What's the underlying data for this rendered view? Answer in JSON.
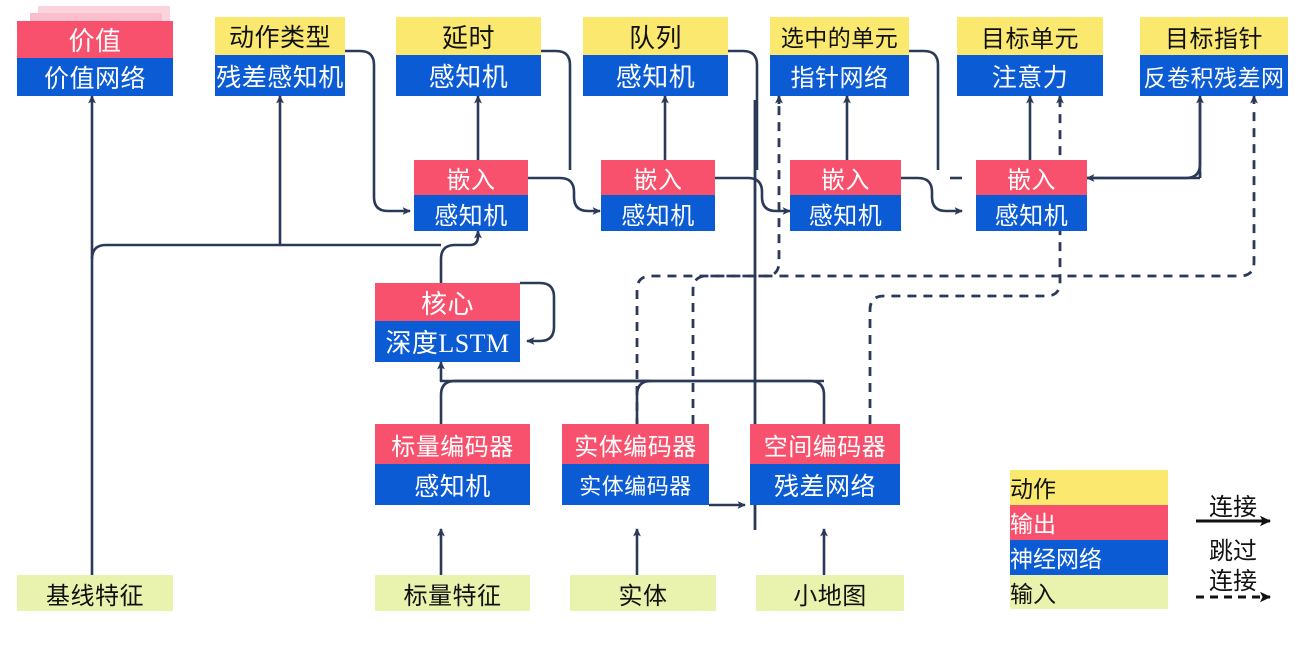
{
  "diagram": {
    "title_hidden": "",
    "palette": {
      "action": "#fbe96f",
      "output": "#f8516d",
      "neural_net": "#0a5bd4",
      "input": "#e9f3ad",
      "wire": "#2b3a59",
      "ghost_output": "#fbd3dd",
      "ghost_nn": "#b9c6ef"
    },
    "nodes": [
      {
        "id": "value",
        "action": "价值",
        "net": "价值网络",
        "stacked": true
      },
      {
        "id": "action_type",
        "action": "动作类型",
        "net": "残差感知机",
        "stacked": false
      },
      {
        "id": "delay",
        "action": "延时",
        "net": "感知机",
        "stacked": false
      },
      {
        "id": "queued",
        "action": "队列",
        "net": "感知机",
        "stacked": false
      },
      {
        "id": "selected_units",
        "action": "选中的单元",
        "net": "指针网络",
        "stacked": false
      },
      {
        "id": "target_unit",
        "action": "目标单元",
        "net": "注意力",
        "stacked": false
      },
      {
        "id": "target_point",
        "action": "目标指针",
        "net": "反卷积残差网",
        "stacked": false
      },
      {
        "id": "embed_1",
        "action": "嵌入",
        "net": "感知机",
        "stacked": false
      },
      {
        "id": "embed_2",
        "action": "嵌入",
        "net": "感知机",
        "stacked": false
      },
      {
        "id": "embed_3",
        "action": "嵌入",
        "net": "感知机",
        "stacked": false
      },
      {
        "id": "embed_4",
        "action": "嵌入",
        "net": "感知机",
        "stacked": false
      },
      {
        "id": "core",
        "action": "核心",
        "net": "深度LSTM",
        "stacked": false
      },
      {
        "id": "scalar_enc",
        "action": "标量编码器",
        "net": "感知机",
        "stacked": false
      },
      {
        "id": "entity_enc",
        "action": "实体编码器",
        "net": "实体编码器",
        "stacked": false
      },
      {
        "id": "spatial_enc",
        "action": "空间编码器",
        "net": "残差网络",
        "stacked": false
      }
    ],
    "inputs": [
      {
        "id": "baseline_features",
        "label": "基线特征"
      },
      {
        "id": "scalar_features",
        "label": "标量特征"
      },
      {
        "id": "entities",
        "label": "实体"
      },
      {
        "id": "minimap",
        "label": "小地图"
      }
    ],
    "legend": {
      "swatches": [
        {
          "id": "legend-action",
          "label": "动作",
          "kind": "action"
        },
        {
          "id": "legend-output",
          "label": "输出",
          "kind": "output"
        },
        {
          "id": "legend-nn",
          "label": "神经网络",
          "kind": "nn"
        },
        {
          "id": "legend-input",
          "label": "输入",
          "kind": "input"
        }
      ],
      "connect_label": "连接",
      "skip_label_line1": "跳过",
      "skip_label_line2": "连接"
    }
  }
}
